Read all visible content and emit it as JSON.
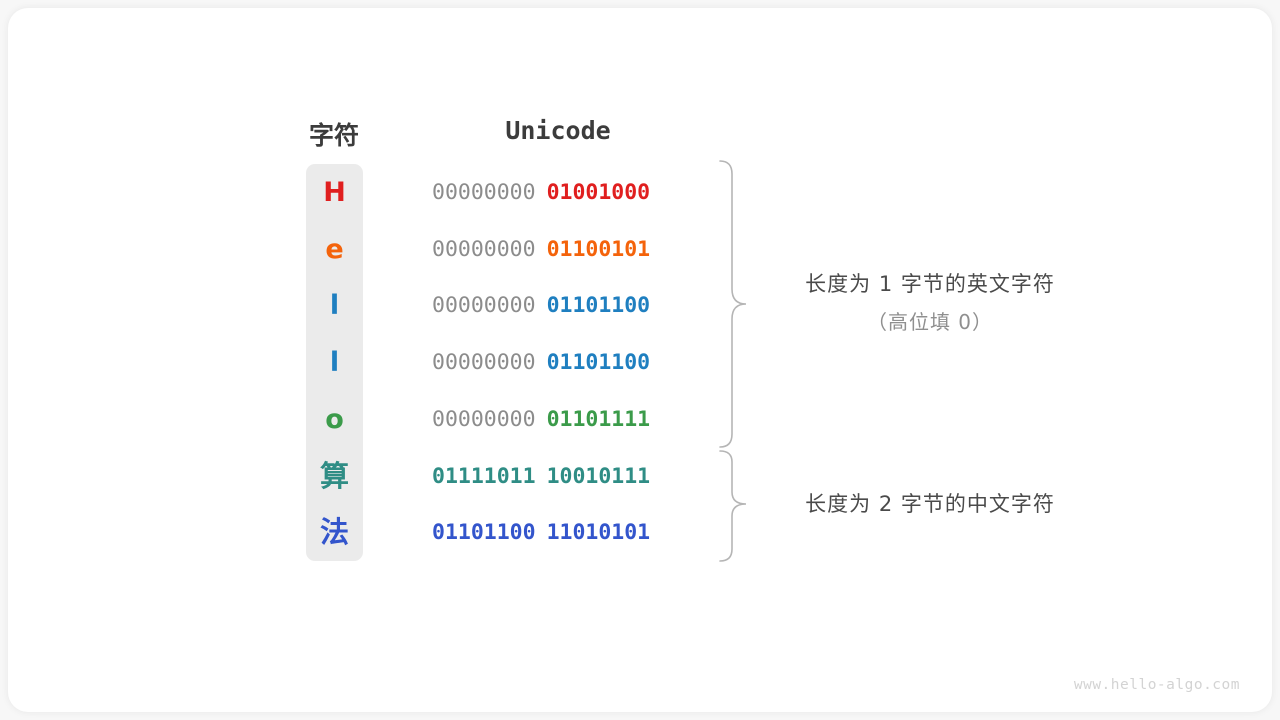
{
  "figure": {
    "background": "#ffffff",
    "card_background": "#ffffff",
    "page_background": "#f7f7f7",
    "watermark": "www.hello-algo.com"
  },
  "headers": {
    "character": "字符",
    "unicode": "Unicode"
  },
  "colors": {
    "red": "#e01f1f",
    "orange": "#f4630b",
    "blue": "#1f7fc0",
    "green": "#3b9b4a",
    "teal": "#2f8d85",
    "indigo": "#3355cc",
    "gray_byte": "#8c8c8c",
    "column_background": "#ebebeb",
    "annotation_text": "#4a4a4a",
    "annotation_subtext": "#8f8f8f",
    "brace": "#b5b5b5",
    "header_text": "#3c3c3c",
    "watermark_text": "#d3d3d3"
  },
  "rows": [
    {
      "char": "H",
      "color": "#e01f1f",
      "high_byte": "00000000",
      "low_byte": "01001000",
      "high_bold": false,
      "cjk": false
    },
    {
      "char": "e",
      "color": "#f4630b",
      "high_byte": "00000000",
      "low_byte": "01100101",
      "high_bold": false,
      "cjk": false
    },
    {
      "char": "l",
      "color": "#1f7fc0",
      "high_byte": "00000000",
      "low_byte": "01101100",
      "high_bold": false,
      "cjk": false
    },
    {
      "char": "l",
      "color": "#1f7fc0",
      "high_byte": "00000000",
      "low_byte": "01101100",
      "high_bold": false,
      "cjk": false
    },
    {
      "char": "o",
      "color": "#3b9b4a",
      "high_byte": "00000000",
      "low_byte": "01101111",
      "high_bold": false,
      "cjk": false
    },
    {
      "char": "算",
      "color": "#2f8d85",
      "high_byte": "01111011",
      "low_byte": "10010111",
      "high_bold": true,
      "cjk": true
    },
    {
      "char": "法",
      "color": "#3355cc",
      "high_byte": "01101100",
      "low_byte": "11010101",
      "high_bold": true,
      "cjk": true
    }
  ],
  "annotations": [
    {
      "id": "english-group",
      "line1": "长度为 1 字节的英文字符",
      "line2": "（高位填 0）",
      "covers_rows": [
        0,
        1,
        2,
        3,
        4
      ]
    },
    {
      "id": "chinese-group",
      "line1": "长度为 2 字节的中文字符",
      "line2": "",
      "covers_rows": [
        5,
        6
      ]
    }
  ]
}
